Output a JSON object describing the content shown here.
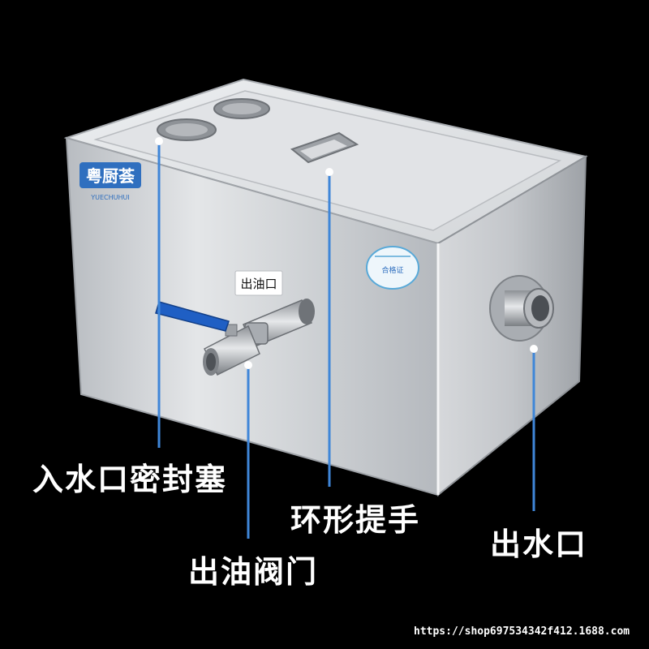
{
  "product": {
    "brand_logo": "粤厨荟",
    "brand_sub": "YUECHUHUI",
    "outlet_tag": "出油口",
    "cert_label": "合格证"
  },
  "callouts": {
    "inlet_seal_plug": "入水口密封塞",
    "ring_handle": "环形提手",
    "oil_valve": "出油阀门",
    "water_outlet": "出水口"
  },
  "watermark": "https://shop697534342f412.1688.com",
  "colors": {
    "background": "#000000",
    "callout_line": "#3f86d8",
    "stainless": "#c9cdd1",
    "valve_handle": "#1f5fc4"
  }
}
